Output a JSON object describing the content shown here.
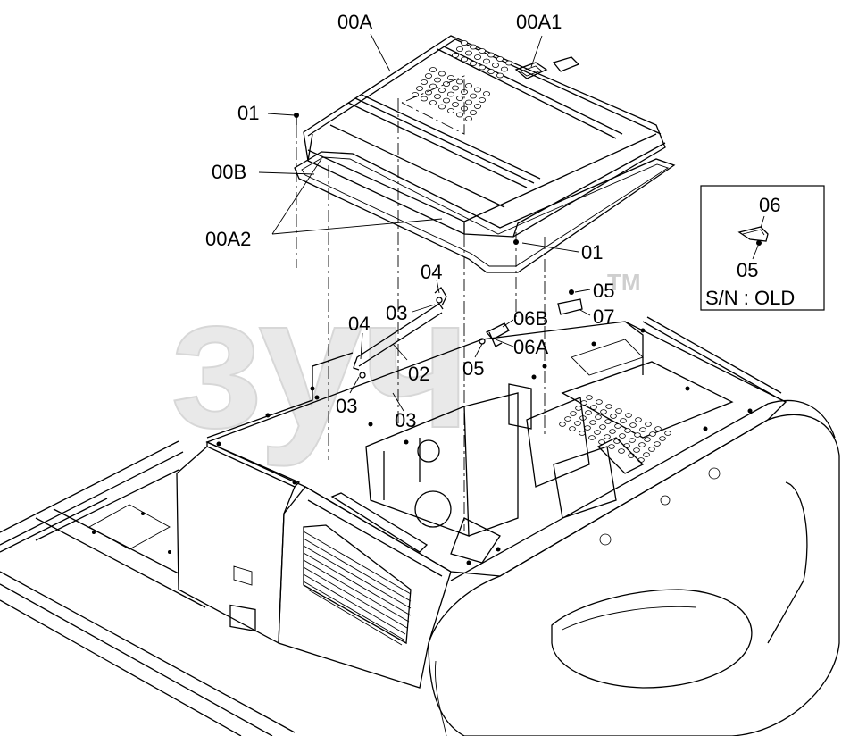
{
  "callouts": {
    "c00A": "00A",
    "c00A1": "00A1",
    "c01_top": "01",
    "c00B": "00B",
    "c00A2": "00A2",
    "c01_right": "01",
    "c04_a": "04",
    "c03_a": "03",
    "c04_b": "04",
    "c02": "02",
    "c03_b": "03",
    "c03_c": "03",
    "c05_a": "05",
    "c07": "07",
    "c06B": "06B",
    "c06A": "06A",
    "c05_b": "05"
  },
  "inset": {
    "c06": "06",
    "c05": "05",
    "serial_note": "S/N : OLD"
  },
  "watermark": {
    "text": "зуч",
    "trademark": "TM"
  }
}
